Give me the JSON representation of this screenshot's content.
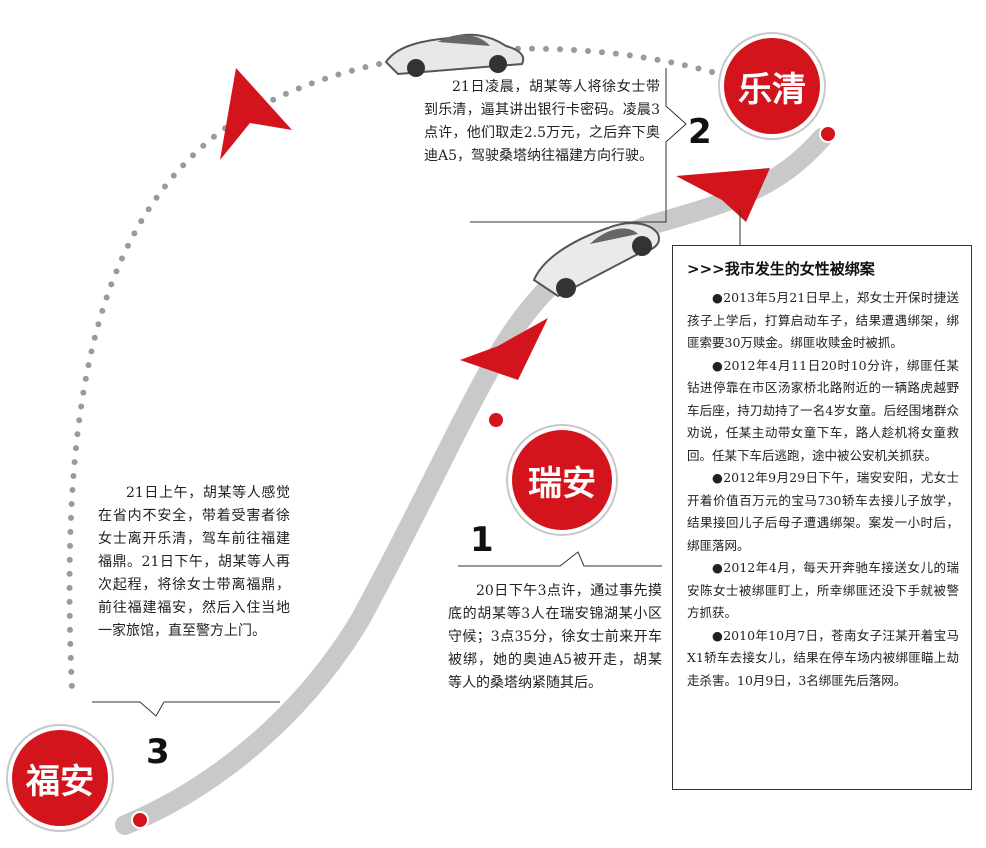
{
  "cities": {
    "leqing": "乐清",
    "ruian": "瑞安",
    "fuan": "福安"
  },
  "steps": {
    "one": "1",
    "two": "2",
    "three": "3"
  },
  "notes": {
    "step2": "21日凌晨，胡某等人将徐女士带到乐清，逼其讲出银行卡密码。凌晨3点许，他们取走2.5万元，之后弃下奥迪A5，驾驶桑塔纳往福建方向行驶。",
    "step1": "20日下午3点许，通过事先摸底的胡某等3人在瑞安锦湖某小区守候；3点35分，徐女士前来开车被绑，她的奥迪A5被开走，胡某等人的桑塔纳紧随其后。",
    "step3": "21日上午，胡某等人感觉在省内不安全，带着受害者徐女士离开乐清，驾车前往福建福鼎。21日下午，胡某等人再次起程，将徐女士带离福鼎，前往福建福安，然后入住当地一家旅馆，直至警方上门。"
  },
  "sidebar": {
    "title": ">>>我市发生的女性被绑案",
    "items": [
      "●2013年5月21日早上，郑女士开保时捷送孩子上学后，打算启动车子，结果遭遇绑架，绑匪索要30万赎金。绑匪收赎金时被抓。",
      "●2012年4月11日20时10分许，绑匪任某钻进停靠在市区汤家桥北路附近的一辆路虎越野车后座，持刀劫持了一名4岁女童。后经围堵群众劝说，任某主动带女童下车，路人趁机将女童救回。任某下车后逃跑，途中被公安机关抓获。",
      "●2012年9月29日下午，瑞安安阳，尤女士开着价值百万元的宝马730轿车去接儿子放学，结果接回儿子后母子遭遇绑架。案发一小时后，绑匪落网。",
      "●2012年4月，每天开奔驰车接送女儿的瑞安陈女士被绑匪盯上，所幸绑匪还没下手就被警方抓获。",
      "●2010年10月7日，苍南女子汪某开着宝马X1轿车去接女儿，结果在停车场内被绑匪瞄上劫走杀害。10月9日，3名绑匪先后落网。"
    ]
  },
  "colors": {
    "accent": "#d4141c",
    "route": "#c9c9c9",
    "dots": "#9a9a9a"
  }
}
